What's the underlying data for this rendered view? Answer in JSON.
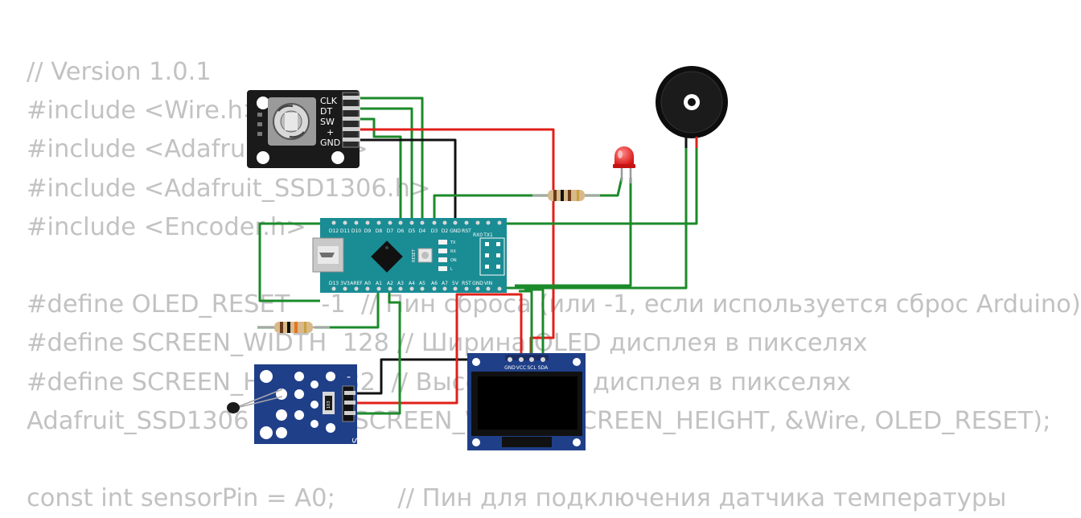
{
  "code_lines": [
    "// Version 1.0.1",
    "#include <Wire.h>",
    "#include <Adafruit_GFX.h>",
    "#include <Adafruit_SSD1306.h>",
    "#include <Encoder.h>",
    "",
    "#define OLED_RESET    -1  // Пин сброса (или -1, если используется сброс Arduino)",
    "#define SCREEN_WIDTH  128 // Ширина OLED дисплея в пикселях",
    "#define SCREEN_HEIGHT 32  // Высота OLED дисплея в пикселях",
    "Adafruit_SSD1306 display(SCREEN_WIDTH, SCREEN_HEIGHT, &Wire, OLED_RESET);",
    "",
    "const int sensorPin = A0;        // Пин для подключения датчика температуры"
  ],
  "encoder": {
    "pins": [
      "CLK",
      "DT",
      "SW",
      "+",
      "GND"
    ]
  },
  "nano": {
    "top_pins": [
      "D12",
      "D11",
      "D10",
      "D9",
      "D8",
      "D7",
      "D6",
      "D5",
      "D4",
      "D3",
      "D2",
      "GND",
      "RST",
      "RX0",
      "TX1"
    ],
    "bottom_pins": [
      "D13",
      "3V3",
      "AREF",
      "A0",
      "A1",
      "A2",
      "A3",
      "A4",
      "A5",
      "A6",
      "A7",
      "5V",
      "RST",
      "GND",
      "VIN"
    ],
    "leds": [
      "TX",
      "RX",
      "ON",
      "L"
    ],
    "reset_label": "RESET"
  },
  "oled": {
    "pins": [
      "GND",
      "VCC",
      "SCL",
      "SDA"
    ]
  },
  "sensor": {
    "pin_label": "S",
    "minus_label": "-",
    "part_label": "103"
  },
  "colors": {
    "wire_green": "#1b8a2a",
    "wire_red": "#e0201a",
    "wire_black": "#111111",
    "board_teal": "#1a8c94",
    "pcb_blue": "#1f3f88",
    "code_text": "#c2c2c2"
  }
}
